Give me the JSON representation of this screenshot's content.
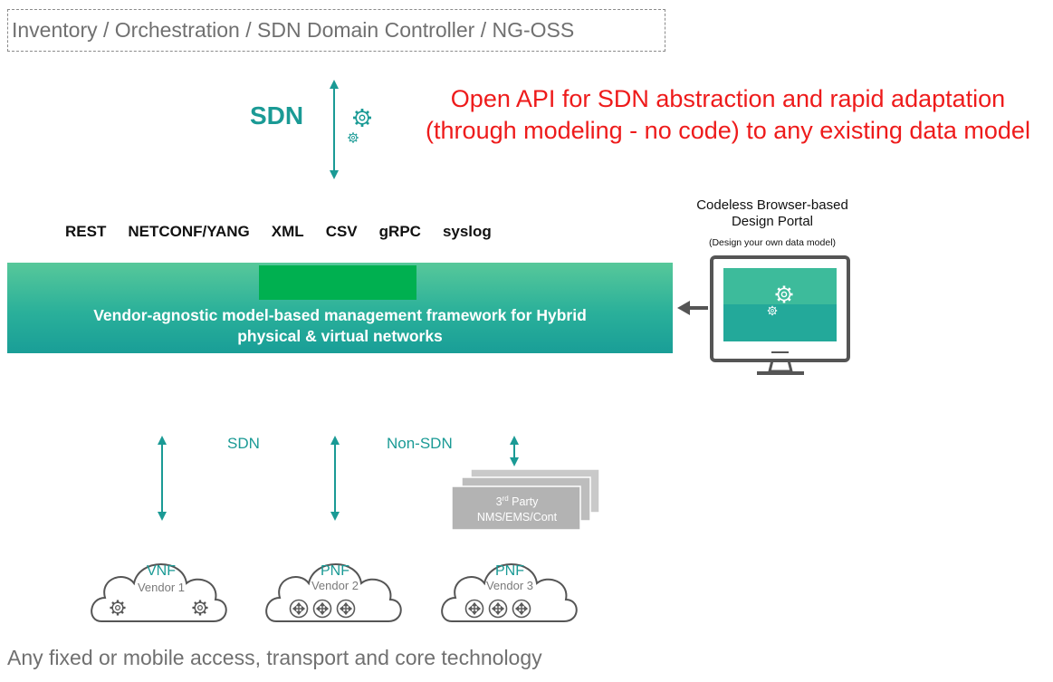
{
  "header": {
    "layers": "Inventory / Orchestration / SDN Domain Controller / NG-OSS"
  },
  "sdn_label": "SDN",
  "open_api": {
    "line1": "Open API for SDN abstraction and rapid adaptation",
    "line2": "(through modeling - no code) to any existing data model"
  },
  "protocols": [
    "REST",
    "NETCONF/YANG",
    "XML",
    "CSV",
    "gRPC",
    "syslog"
  ],
  "framework": {
    "line1": "Vendor-agnostic model-based management framework for Hybrid",
    "line2": "physical & virtual networks"
  },
  "portal": {
    "title_line1": "Codeless Browser-based",
    "title_line2": "Design Portal",
    "subtitle": "(Design your own data model)"
  },
  "links": {
    "sdn": "SDN",
    "non_sdn": "Non-SDN"
  },
  "third_party": {
    "line1_pre": "3",
    "line1_sup": "rd",
    "line1_post": " Party",
    "line2": "NMS/EMS/Cont"
  },
  "clouds": [
    {
      "type": "VNF",
      "vendor": "Vendor 1"
    },
    {
      "type": "PNF",
      "vendor": "Vendor 2"
    },
    {
      "type": "PNF",
      "vendor": "Vendor 3"
    }
  ],
  "footer": "Any fixed or mobile access, transport and core technology",
  "colors": {
    "teal": "#1a9a95",
    "red": "#ee1b1b",
    "green_block": "#00b050",
    "gray_text": "#707070"
  },
  "icons": [
    "gear-icon",
    "monitor-icon",
    "router-icon",
    "cloud-icon"
  ]
}
